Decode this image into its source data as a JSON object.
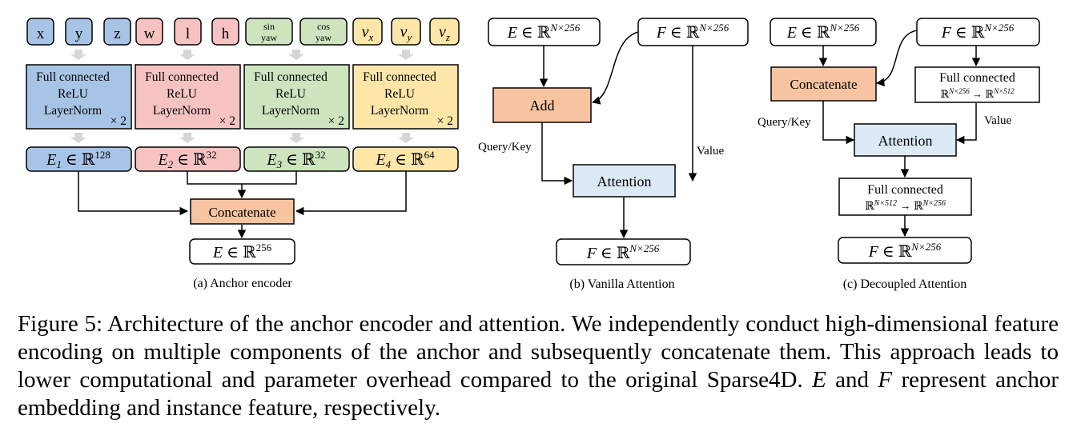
{
  "colors": {
    "blue": "#a7c4e6",
    "pink": "#f7c2c2",
    "green": "#cde4bf",
    "yellow": "#fde6a8",
    "orange": "#f7c4a1",
    "lightblue": "#dce9f7",
    "gray_arrow": "#d6d6d6"
  },
  "panel_a": {
    "inputs": [
      "x",
      "y",
      "z",
      "w",
      "l",
      "h"
    ],
    "sin_yaw": [
      "sin",
      "yaw"
    ],
    "cos_yaw": [
      "cos",
      "yaw"
    ],
    "v_inputs": [
      {
        "base": "v",
        "sub": "x"
      },
      {
        "base": "v",
        "sub": "y"
      },
      {
        "base": "v",
        "sub": "z"
      }
    ],
    "mlp_lines": [
      "Full connected",
      "ReLU",
      "LayerNorm"
    ],
    "repeat": "× 2",
    "embeddings": [
      {
        "sub": "1",
        "exp": "128"
      },
      {
        "sub": "2",
        "exp": "32"
      },
      {
        "sub": "3",
        "exp": "32"
      },
      {
        "sub": "4",
        "exp": "64"
      }
    ],
    "embedding_base": "E",
    "embedding_in": " ∈ ℝ",
    "concat": "Concatenate",
    "output_base": "E",
    "output_in": " ∈ ℝ",
    "output_exp": "256",
    "caption": "(a) Anchor encoder"
  },
  "panel_b": {
    "e_box": {
      "base": "E",
      "in": " ∈ ℝ",
      "exp": "N×256"
    },
    "f_box": {
      "base": "F",
      "in": " ∈ ℝ",
      "exp": "N×256"
    },
    "add": "Add",
    "query_key": "Query/Key",
    "value": "Value",
    "attention": "Attention",
    "out_box": {
      "base": "F",
      "in": " ∈ ℝ",
      "exp": "N×256"
    },
    "caption": "(b) Vanilla Attention"
  },
  "panel_c": {
    "e_box": {
      "base": "E",
      "in": " ∈ ℝ",
      "exp": "N×256"
    },
    "f_box": {
      "base": "F",
      "in": " ∈ ℝ",
      "exp": "N×256"
    },
    "concat": "Concatenate",
    "fc1_title": "Full connected",
    "fc1_from": "ℝ",
    "fc1_from_exp": "N×256",
    "fc1_arrow": " → ",
    "fc1_to": "ℝ",
    "fc1_to_exp": "N×512",
    "query_key": "Query/Key",
    "value": "Value",
    "attention": "Attention",
    "fc2_title": "Full connected",
    "fc2_from": "ℝ",
    "fc2_from_exp": "N×512",
    "fc2_arrow": " → ",
    "fc2_to": "ℝ",
    "fc2_to_exp": "N×256",
    "out_box": {
      "base": "F",
      "in": " ∈ ℝ",
      "exp": "N×256"
    },
    "caption": "(c) Decoupled Attention"
  },
  "figure_caption": {
    "label": "Figure 5:",
    "s1": "  Architecture of the anchor encoder and attention.  We independently conduct high-dimensional feature encoding on multiple components of the anchor and subsequently concatenate them. This approach leads to lower computational and parameter overhead compared to the original Sparse4D. ",
    "e": "E",
    "and": " and ",
    "f": "F",
    "s2": " represent anchor embedding and instance feature, respectively."
  }
}
